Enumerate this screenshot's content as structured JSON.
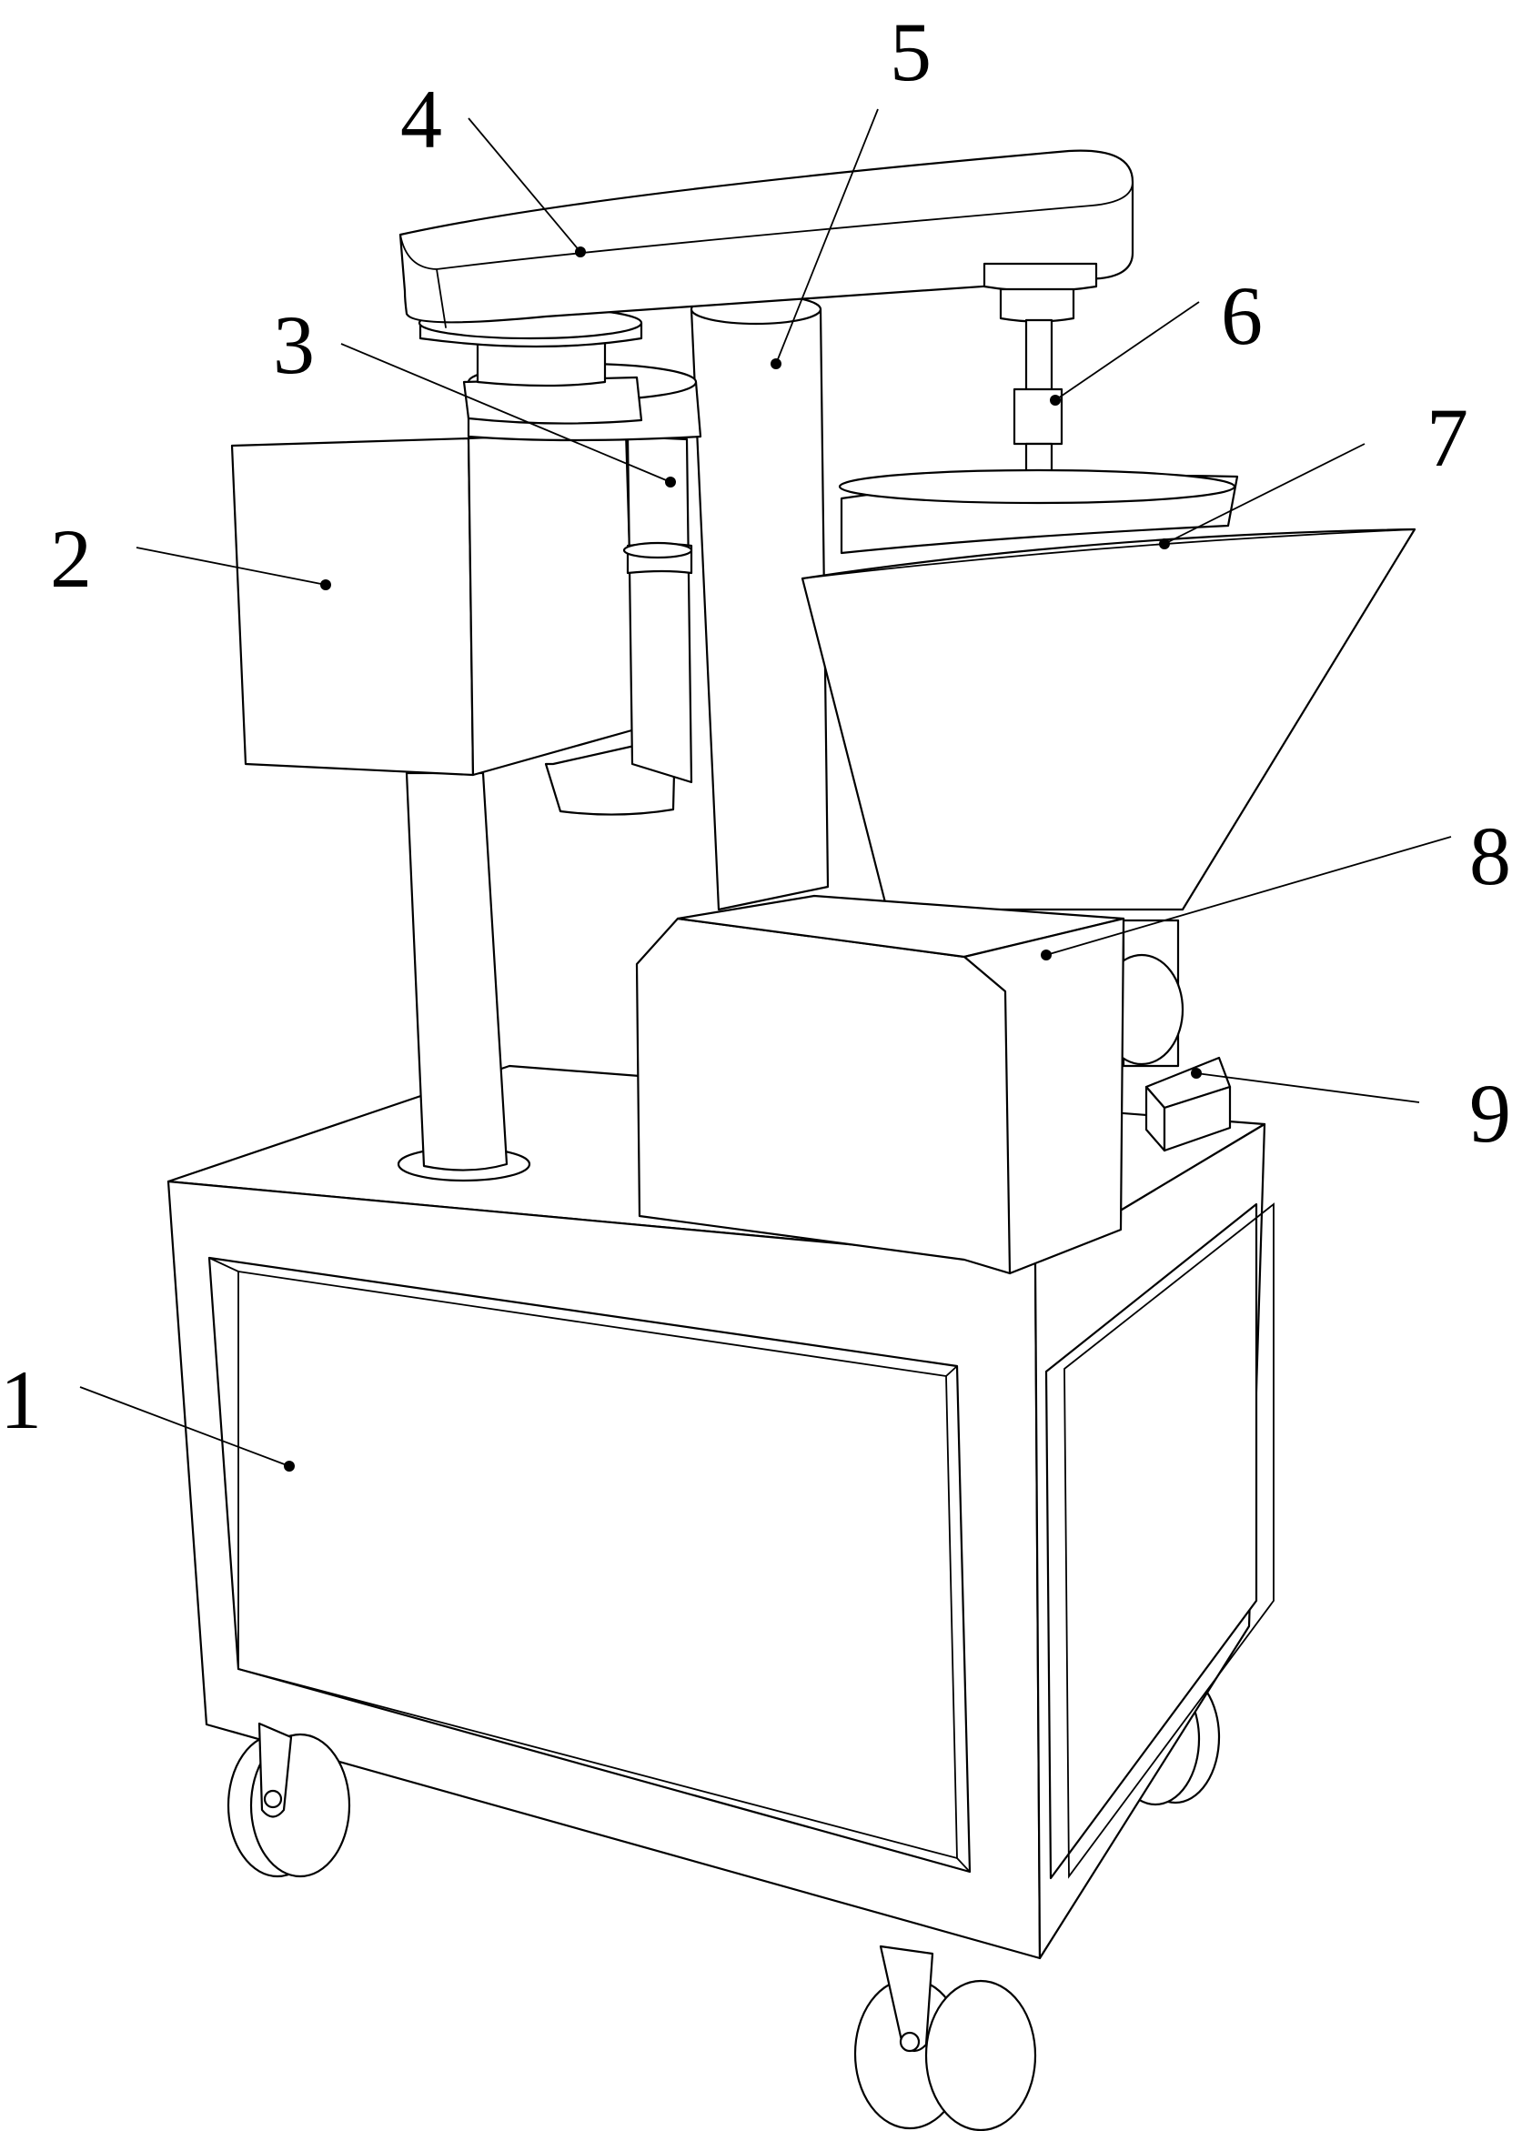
{
  "figure": {
    "background_color": "#ffffff",
    "line_color": "#000000",
    "callouts": [
      {
        "id": "1",
        "label": "1"
      },
      {
        "id": "2",
        "label": "2"
      },
      {
        "id": "3",
        "label": "3"
      },
      {
        "id": "4",
        "label": "4"
      },
      {
        "id": "5",
        "label": "5"
      },
      {
        "id": "6",
        "label": "6"
      },
      {
        "id": "7",
        "label": "7"
      },
      {
        "id": "8",
        "label": "8"
      },
      {
        "id": "9",
        "label": "9"
      }
    ]
  }
}
